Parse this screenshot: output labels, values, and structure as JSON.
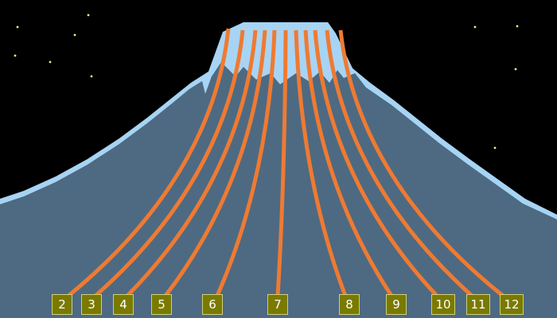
{
  "colors": {
    "sky": "#000000",
    "star": "#f5f07a",
    "mountain": "#4d6a82",
    "snow": "#a7d4f4",
    "trail": "#ef7a32",
    "label_bg": "#7a7a00",
    "label_border": "#cfcf7a",
    "label_text": "#ffffff"
  },
  "trails": [
    {
      "label": "2"
    },
    {
      "label": "3"
    },
    {
      "label": "4"
    },
    {
      "label": "5"
    },
    {
      "label": "6"
    },
    {
      "label": "7"
    },
    {
      "label": "8"
    },
    {
      "label": "9"
    },
    {
      "label": "10"
    },
    {
      "label": "11"
    },
    {
      "label": "12"
    }
  ]
}
